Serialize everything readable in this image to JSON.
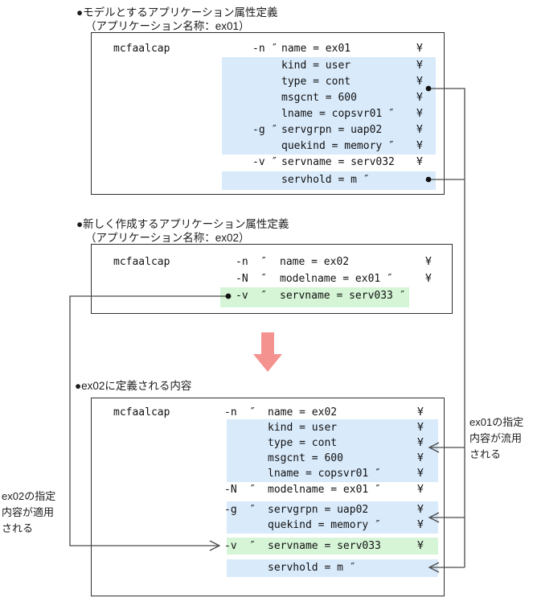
{
  "figure": {
    "language": "ja",
    "description_note": ""
  },
  "colors": {
    "highlight_blue": "#d9eafb",
    "highlight_green": "#d5f5d6",
    "arrow_pink": "#f4928f",
    "line": "#4a4a4a",
    "box_border": "#2e2e2e"
  },
  "symbols": {
    "yen": "¥",
    "bullet": "●"
  },
  "sections": [
    {
      "title": "●モデルとするアプリケーション属性定義",
      "subtitle": "（アプリケーション名称：ex01）",
      "command": "mcfaalcap",
      "rows": [
        {
          "flag": "-n ″",
          "text": "name = ex01",
          "yen": true,
          "hl": null
        },
        {
          "flag": "",
          "text": "kind = user",
          "yen": true,
          "hl": "blue"
        },
        {
          "flag": "",
          "text": "type = cont",
          "yen": true,
          "hl": "blue"
        },
        {
          "flag": "",
          "text": "msgcnt = 600",
          "yen": true,
          "hl": "blue"
        },
        {
          "flag": "",
          "text": "lname = copsvr01 ″",
          "yen": true,
          "hl": "blue"
        },
        {
          "flag": "-g ″",
          "text": "servgrpn = uap02",
          "yen": true,
          "hl": "blue"
        },
        {
          "flag": "",
          "text": "quekind = memory ″",
          "yen": true,
          "hl": "blue"
        },
        {
          "flag": "-v ″",
          "text": "servname = serv032",
          "yen": true,
          "hl": null
        },
        {
          "flag": "",
          "text": "servhold = m ″",
          "yen": false,
          "hl": "blue"
        }
      ]
    },
    {
      "title": "●新しく作成するアプリケーション属性定義",
      "subtitle": "（アプリケーション名称：ex02）",
      "command": "mcfaalcap",
      "rows": [
        {
          "flag": "-n  ″",
          "text": "name = ex02",
          "yen": true,
          "hl": null
        },
        {
          "flag": "-N  ″",
          "text": "modelname = ex01 ″",
          "yen": true,
          "hl": null
        },
        {
          "flag": "-v  ″",
          "text": "servname = serv033 ″",
          "yen": false,
          "hl": "green"
        }
      ]
    },
    {
      "title": "●ex02に定義される内容",
      "subtitle": "",
      "command": "mcfaalcap",
      "rows": [
        {
          "flag": "-n  ″",
          "text": "name = ex02",
          "yen": true,
          "hl": null
        },
        {
          "flag": "",
          "text": "kind = user",
          "yen": true,
          "hl": "blue"
        },
        {
          "flag": "",
          "text": "type = cont",
          "yen": true,
          "hl": "blue"
        },
        {
          "flag": "",
          "text": "msgcnt = 600",
          "yen": true,
          "hl": "blue"
        },
        {
          "flag": "",
          "text": "lname = copsvr01 ″",
          "yen": true,
          "hl": "blue"
        },
        {
          "flag": "-N  ″",
          "text": "modelname = ex01 ″",
          "yen": true,
          "hl": null
        },
        {
          "flag": "-g  ″",
          "text": "servgrpn = uap02",
          "yen": true,
          "hl": "blue"
        },
        {
          "flag": "",
          "text": "quekind = memory ″",
          "yen": true,
          "hl": "blue"
        },
        {
          "flag": "-v  ″",
          "text": "servname = serv033",
          "yen": true,
          "hl": "green"
        },
        {
          "flag": "",
          "text": "servhold = m ″",
          "yen": false,
          "hl": "blue"
        }
      ]
    }
  ],
  "annotations": {
    "left": {
      "lines": [
        "ex02の指定",
        "内容が適用",
        "される"
      ]
    },
    "right": {
      "lines": [
        "ex01の指定",
        "内容が流用",
        "される"
      ]
    }
  }
}
